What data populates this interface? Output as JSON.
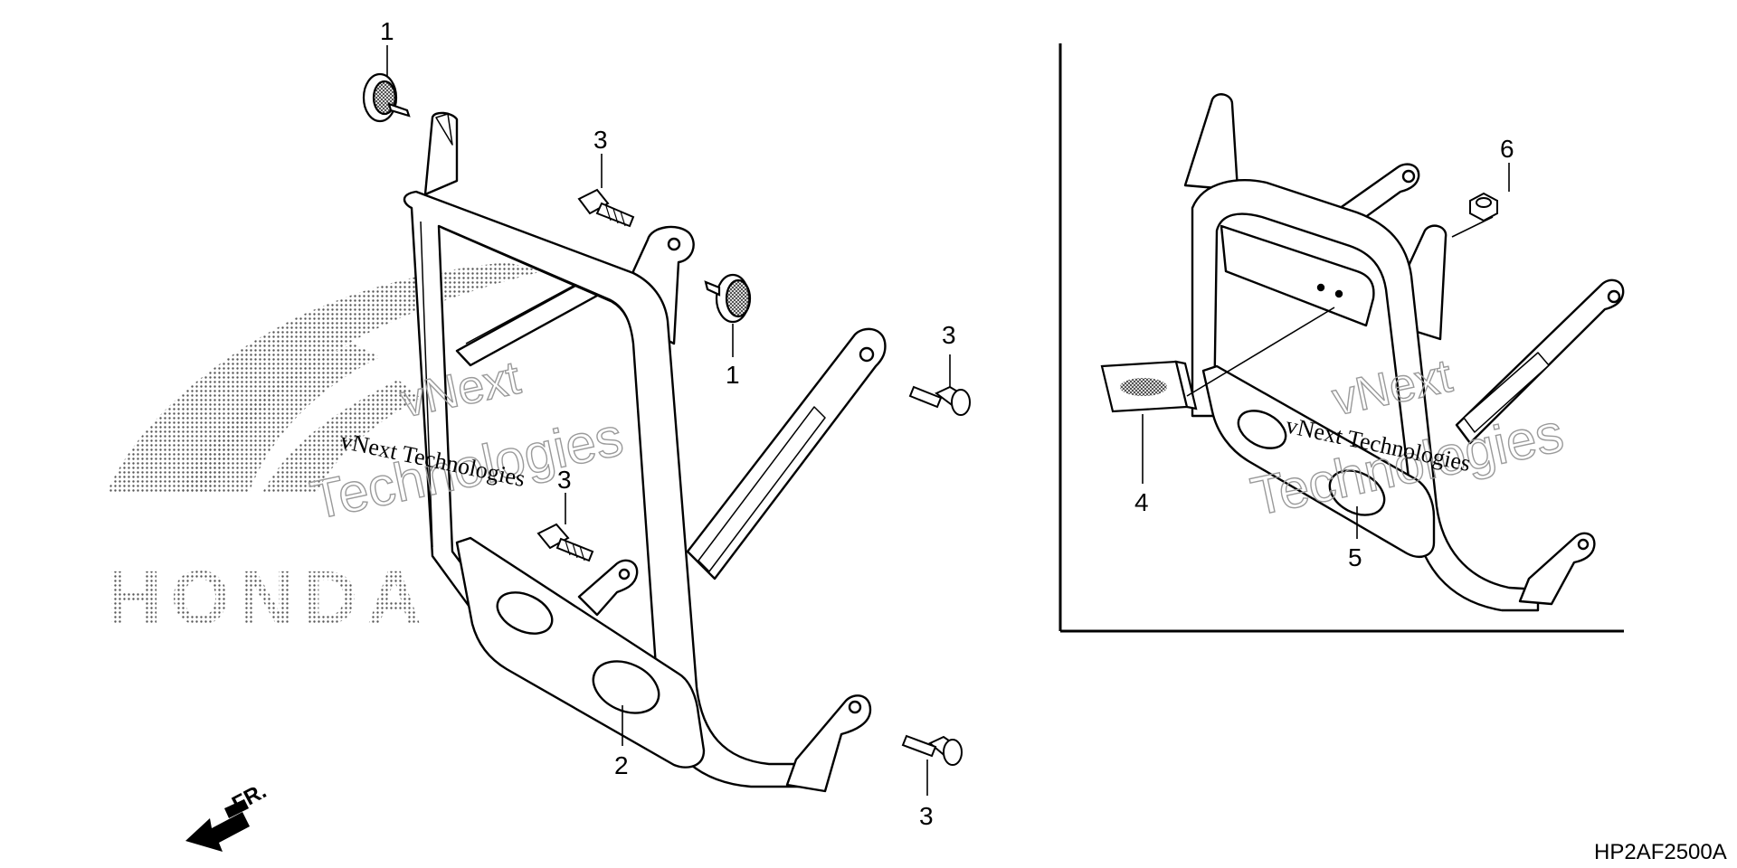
{
  "callouts": {
    "c1_top": "1",
    "c3_bolt_top": "3",
    "c1_mid": "1",
    "c3_right_upper": "3",
    "c3_center": "3",
    "c2": "2",
    "c3_right_lower": "3",
    "c6": "6",
    "c4": "4",
    "c5": "5"
  },
  "direction_label": "FR.",
  "diagram_code": "HP2AF2500A",
  "watermarks": {
    "left_line1": "vNext Technologies",
    "left_outline1": "vNext",
    "left_outline2": "Technologies",
    "right_line1": "vNext Technologies",
    "right_outline1": "vNext",
    "right_outline2": "Technologies"
  },
  "logo_text": "HONDA"
}
